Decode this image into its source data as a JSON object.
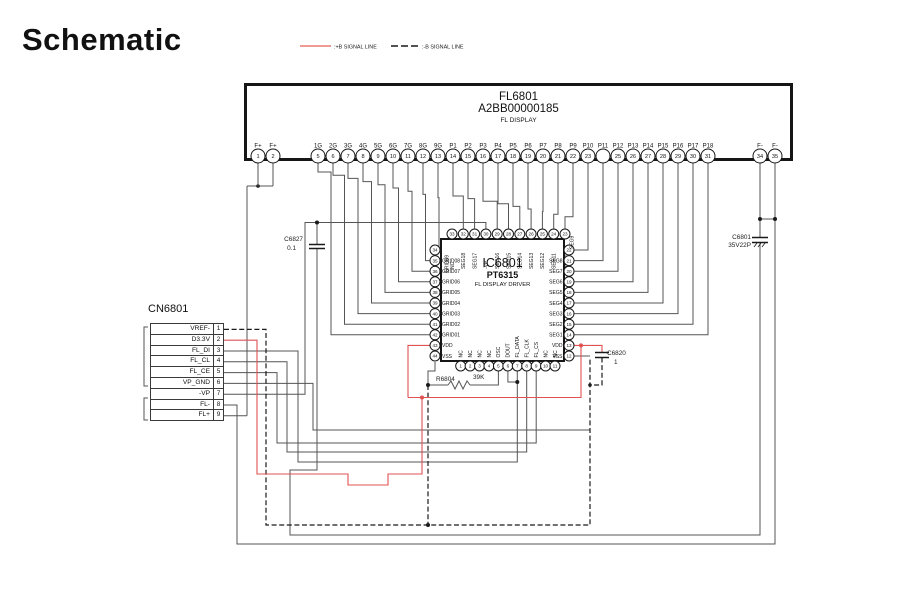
{
  "title": "Schematic",
  "legend": {
    "plus_label": ":+B SIGNAL LINE",
    "minus_label": ":-B SIGNAL LINE"
  },
  "colors": {
    "signal_plus_red": "#e87a72",
    "wire_red": "#e05252",
    "signal_minus_black": "#1a1a1a",
    "wire_gray": "#555555"
  },
  "display": {
    "ref": "FL6801",
    "part": "A2BB00000185",
    "subtitle": "FL DISPLAY",
    "pins": [
      {
        "n": "1",
        "label": "F+"
      },
      {
        "n": "2",
        "label": "F+"
      },
      {
        "n": "5",
        "label": "1G"
      },
      {
        "n": "6",
        "label": "2G"
      },
      {
        "n": "7",
        "label": "3G"
      },
      {
        "n": "8",
        "label": "4G"
      },
      {
        "n": "9",
        "label": "5G"
      },
      {
        "n": "10",
        "label": "6G"
      },
      {
        "n": "11",
        "label": "7G"
      },
      {
        "n": "12",
        "label": "8G"
      },
      {
        "n": "13",
        "label": "9G"
      },
      {
        "n": "14",
        "label": "P1"
      },
      {
        "n": "15",
        "label": "P2"
      },
      {
        "n": "16",
        "label": "P3"
      },
      {
        "n": "17",
        "label": "P4"
      },
      {
        "n": "18",
        "label": "P5"
      },
      {
        "n": "19",
        "label": "P6"
      },
      {
        "n": "20",
        "label": "P7"
      },
      {
        "n": "21",
        "label": "P8"
      },
      {
        "n": "22",
        "label": "P9"
      },
      {
        "n": "23",
        "label": "P10"
      },
      {
        "n": "",
        "label": "P11"
      },
      {
        "n": "25",
        "label": "P12"
      },
      {
        "n": "26",
        "label": "P13"
      },
      {
        "n": "27",
        "label": "P14"
      },
      {
        "n": "28",
        "label": "P15"
      },
      {
        "n": "29",
        "label": "P16"
      },
      {
        "n": "30",
        "label": "P17"
      },
      {
        "n": "31",
        "label": "P18"
      },
      {
        "n": "34",
        "label": "F-"
      },
      {
        "n": "35",
        "label": "F-"
      }
    ]
  },
  "ic": {
    "ref": "IC6801",
    "part": "PT6315",
    "subtitle": "FL DISPLAY DRIVER",
    "pins_top": [
      {
        "n": "33",
        "label": "NC"
      },
      {
        "n": "32",
        "label": "SEG18"
      },
      {
        "n": "31",
        "label": "SEG17"
      },
      {
        "n": "30",
        "label": "-VP"
      },
      {
        "n": "29",
        "label": "SEG16"
      },
      {
        "n": "28",
        "label": "SEG15"
      },
      {
        "n": "27",
        "label": "SEG14"
      },
      {
        "n": "26",
        "label": "SEG13"
      },
      {
        "n": "25",
        "label": "SEG12"
      },
      {
        "n": "24",
        "label": "SEG11"
      },
      {
        "n": "23",
        "label": "SEG10"
      }
    ],
    "pins_right": [
      {
        "n": "22",
        "label": "SEG9"
      },
      {
        "n": "21",
        "label": "SEG8"
      },
      {
        "n": "20",
        "label": "SEG7"
      },
      {
        "n": "19",
        "label": "SEG6"
      },
      {
        "n": "18",
        "label": "SEG5"
      },
      {
        "n": "17",
        "label": "SEG4"
      },
      {
        "n": "16",
        "label": "SEG3"
      },
      {
        "n": "15",
        "label": "SEG2"
      },
      {
        "n": "14",
        "label": "SEG1"
      },
      {
        "n": "13",
        "label": "VDD"
      },
      {
        "n": "12",
        "label": "VSS"
      }
    ],
    "pins_bottom": [
      {
        "n": "1",
        "label": "NC"
      },
      {
        "n": "2",
        "label": "NC"
      },
      {
        "n": "3",
        "label": "NC"
      },
      {
        "n": "4",
        "label": "NC"
      },
      {
        "n": "5",
        "label": "OSC"
      },
      {
        "n": "6",
        "label": "DOUT"
      },
      {
        "n": "7",
        "label": "FL_DATA"
      },
      {
        "n": "8",
        "label": "FL_CLK"
      },
      {
        "n": "9",
        "label": "FL_CS"
      },
      {
        "n": "10",
        "label": "NC"
      },
      {
        "n": "11",
        "label": "NC"
      }
    ],
    "pins_left": [
      {
        "n": "34",
        "label": "GRID09"
      },
      {
        "n": "35",
        "label": "GRID08"
      },
      {
        "n": "36",
        "label": "GRID07"
      },
      {
        "n": "37",
        "label": "GRID06"
      },
      {
        "n": "38",
        "label": "GRID05"
      },
      {
        "n": "39",
        "label": "GRID04"
      },
      {
        "n": "40",
        "label": "GRID03"
      },
      {
        "n": "41",
        "label": "GRID02"
      },
      {
        "n": "42",
        "label": "GRID01"
      },
      {
        "n": "43",
        "label": "VDD"
      },
      {
        "n": "44",
        "label": "VSS"
      }
    ]
  },
  "connector": {
    "ref": "CN6801",
    "pins": [
      {
        "n": "1",
        "label": "VREF-"
      },
      {
        "n": "2",
        "label": "D3.3V"
      },
      {
        "n": "3",
        "label": "FL_DI"
      },
      {
        "n": "4",
        "label": "FL_CL"
      },
      {
        "n": "5",
        "label": "FL_CE"
      },
      {
        "n": "6",
        "label": "VP_GND"
      },
      {
        "n": "7",
        "label": "-VP"
      },
      {
        "n": "8",
        "label": "FL-"
      },
      {
        "n": "9",
        "label": "FL+"
      }
    ]
  },
  "components": {
    "c6827": {
      "ref": "C6827",
      "value": "0.1"
    },
    "r6804": {
      "ref": "R6804",
      "value": "39K"
    },
    "c6820": {
      "ref": "C6820",
      "value": "1"
    },
    "c6801": {
      "ref": "C6801",
      "value": "35V22P"
    }
  }
}
